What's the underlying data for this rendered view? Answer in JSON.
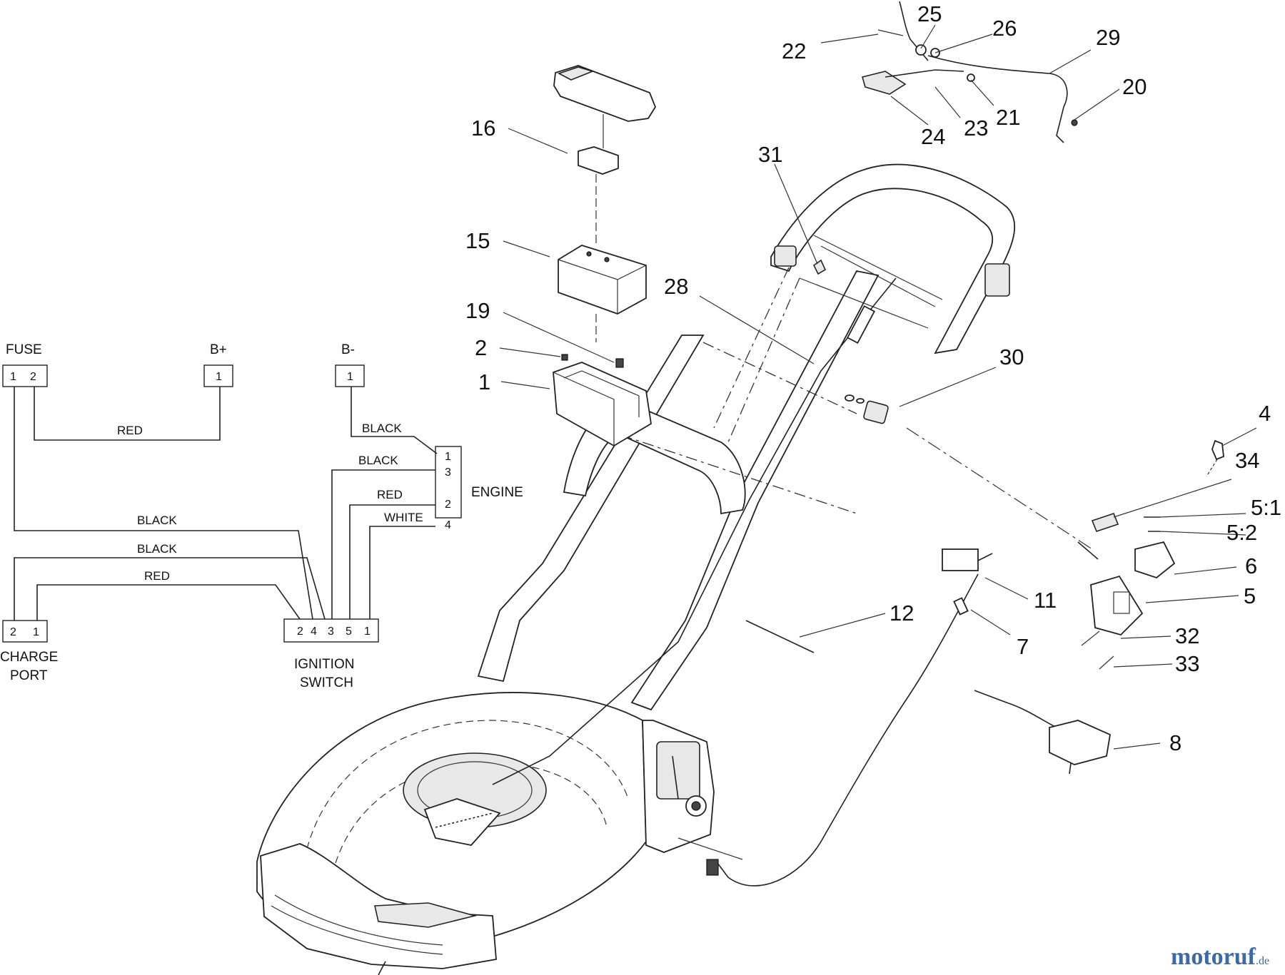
{
  "wiring": {
    "fuse": {
      "label": "FUSE",
      "pin1": "1",
      "pin2": "2"
    },
    "bplus": {
      "label": "B+",
      "pin": "1"
    },
    "bminus": {
      "label": "B-",
      "pin": "1"
    },
    "engine": {
      "label": "ENGINE",
      "pins": [
        "1",
        "3",
        "2",
        "4"
      ]
    },
    "charge_port": {
      "line1": "CHARGE",
      "line2": "PORT",
      "pin1": "2",
      "pin2": "1"
    },
    "ignition_switch": {
      "line1": "IGNITION",
      "line2": "SWITCH",
      "pins": [
        "2",
        "4",
        "3",
        "5",
        "1"
      ]
    },
    "wires": {
      "fuse_bplus": "RED",
      "bminus_engine": "BLACK",
      "switch_engine_13": "BLACK",
      "switch_engine_2": "RED",
      "switch_engine_4": "WHITE",
      "fuse_switch": "BLACK",
      "charge_switch_black": "BLACK",
      "charge_switch_red": "RED"
    }
  },
  "callouts": {
    "c16": "16",
    "c15": "15",
    "c19": "19",
    "c2": "2",
    "c1": "1",
    "c22": "22",
    "c25": "25",
    "c26": "26",
    "c29": "29",
    "c20": "20",
    "c24": "24",
    "c23": "23",
    "c21": "21",
    "c31": "31",
    "c28": "28",
    "c30": "30",
    "c4": "4",
    "c34": "34",
    "c51": "5:1",
    "c52": "5:2",
    "c6": "6",
    "c5": "5",
    "c11": "11",
    "c7": "7",
    "c12": "12",
    "c32": "32",
    "c33": "33",
    "c8": "8"
  },
  "watermark": {
    "brand_a": "motoruf",
    "brand_b": "",
    "suffix": ".de"
  }
}
